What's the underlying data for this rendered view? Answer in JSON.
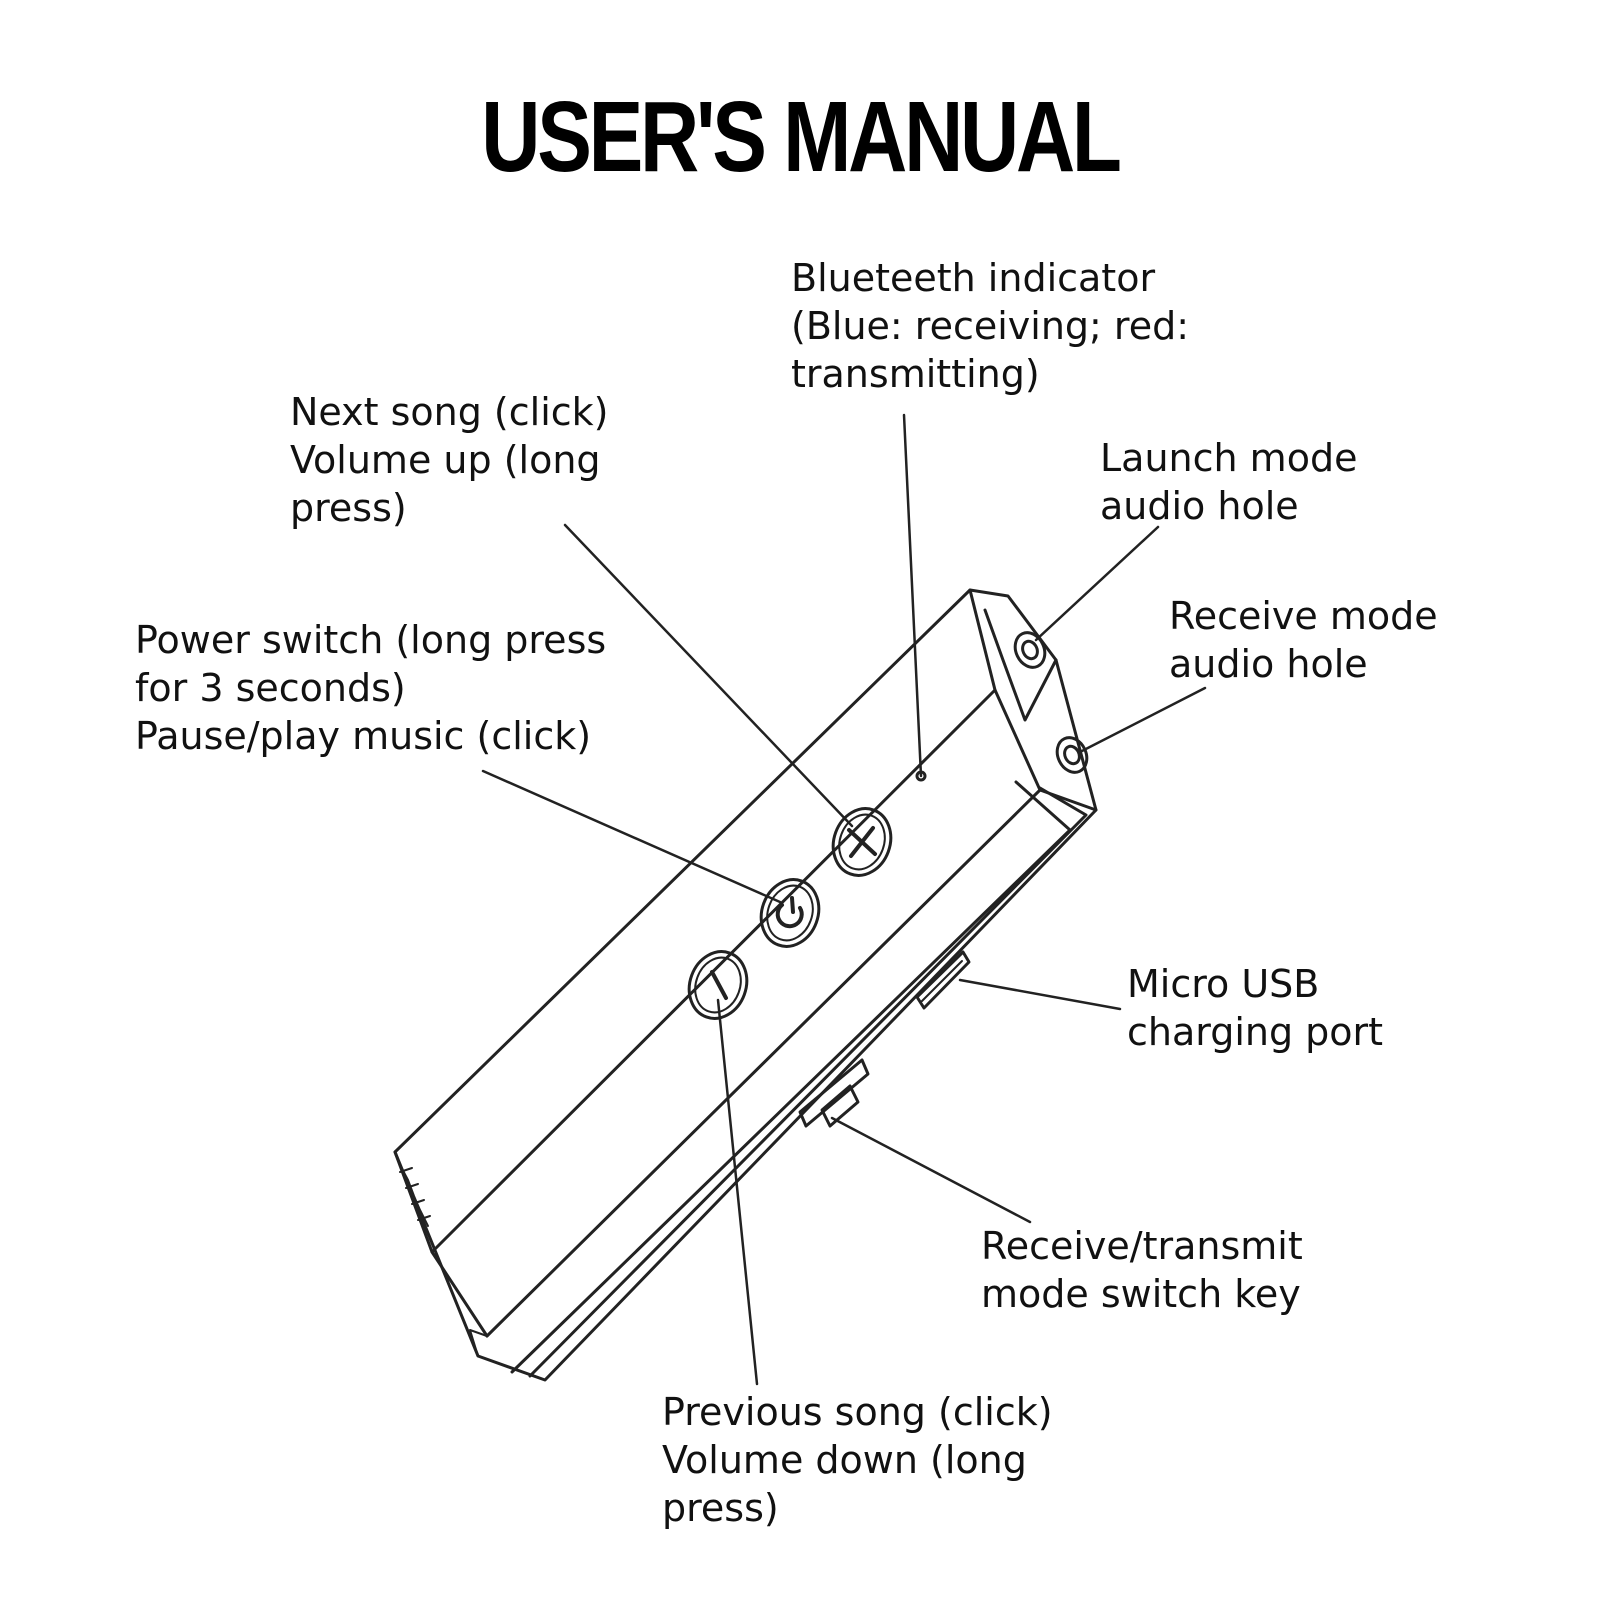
{
  "title": "USER'S MANUAL",
  "callouts": {
    "bluetooth_indicator": [
      "Blueteeth indicator",
      "(Blue: receiving; red:",
      "transmitting)"
    ],
    "next_song": [
      "Next song (click)",
      "Volume up (long",
      "press)"
    ],
    "launch_audio": [
      "Launch mode",
      "audio hole"
    ],
    "receive_audio": [
      "Receive mode",
      "audio hole"
    ],
    "power_switch": [
      "Power switch (long press",
      "for 3 seconds)",
      "Pause/play music (click)"
    ],
    "micro_usb": [
      "Micro USB",
      "charging port"
    ],
    "mode_switch": [
      "Receive/transmit",
      "mode switch key"
    ],
    "previous_song": [
      "Previous song (click)",
      "Volume down (long",
      "press)"
    ]
  },
  "icons": {
    "plus_button": "plus-icon",
    "power_button": "power-icon",
    "minus_button": "minus-icon"
  }
}
